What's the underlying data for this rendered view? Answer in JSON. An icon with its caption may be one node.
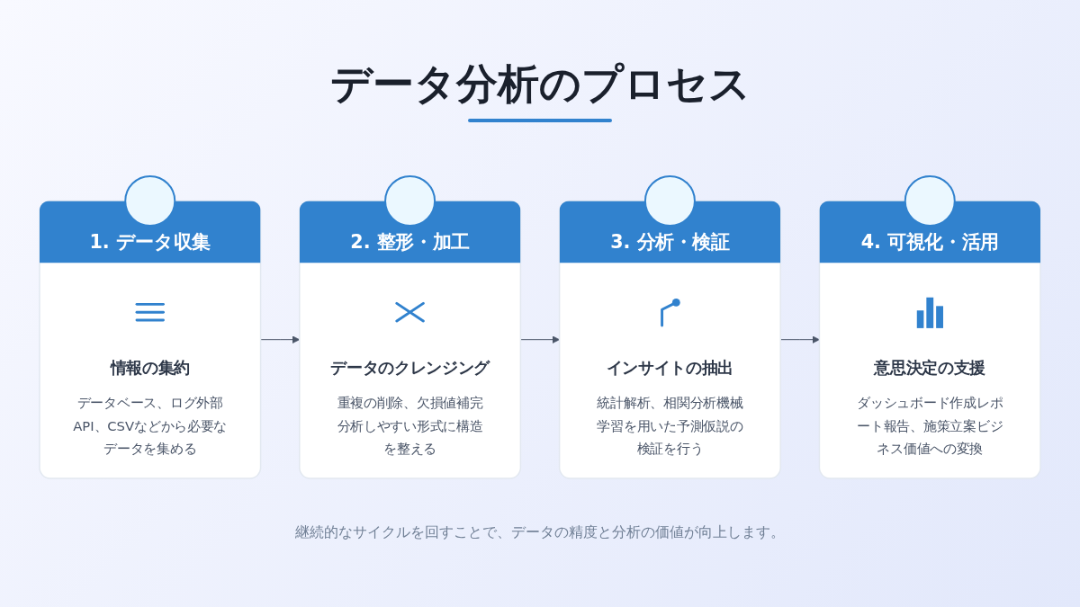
{
  "diagram": {
    "title": "データ分析のプロセス",
    "nodes": [
      {
        "text": [
          "1. データ収集",
          "情報の集約",
          "データベース、ログ外部API、CSVなどから必要なデータを集める"
        ]
      },
      {
        "text": [
          "2. 整形・加工",
          "データのクレンジング",
          "重複の削除、欠損値補完分析しやすい形式に構造を整える"
        ]
      },
      {
        "text": [
          "3. 分析・検証",
          "インサイトの抽出",
          "統計解析、相関分析機械学習を用いた予測仮説の検証を行う"
        ]
      },
      {
        "text": [
          "4. 可視化・活用",
          "意思決定の支援",
          "ダッシュボード作成レポート報告、施策立案ビジネス価値への変換"
        ]
      }
    ],
    "edges": [
      {
        "from": 0,
        "to": 1,
        "arrow": "to"
      },
      {
        "from": 1,
        "to": 2,
        "arrow": "to"
      },
      {
        "from": 2,
        "to": 3,
        "arrow": "to"
      }
    ],
    "caption": "継続的なサイクルを回すことで、データの精度と分析の価値が向上します。"
  }
}
